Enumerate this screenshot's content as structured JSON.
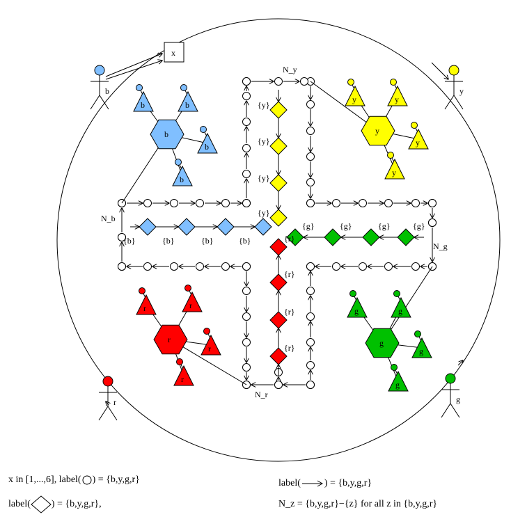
{
  "players": {
    "b": {
      "label": "b",
      "color": "#80bfff"
    },
    "y": {
      "label": "y",
      "color": "#ffff00"
    },
    "r": {
      "label": "r",
      "color": "#ff0000"
    },
    "g": {
      "label": "g",
      "color": "#00c000"
    }
  },
  "dice": {
    "label": "x"
  },
  "nest_labels": {
    "b": "N_b",
    "y": "N_y",
    "g": "N_g",
    "r": "N_r"
  },
  "home_labels": {
    "b": "{b}",
    "y": "{y}",
    "g": "{g}",
    "r": "{r}"
  },
  "legend": {
    "line1_pre": "x in [1,...,6],  label(",
    "line1_post": ") = {b,y,g,r}",
    "line2_pre": "label(",
    "line2_post": ") = {b,y,g,r},",
    "line3_pre": "label(",
    "line3_post": ") = {b,y,g,r}",
    "line4": "N_z = {b,y,g,r}−{z} for all z in {b,y,g,r}"
  }
}
